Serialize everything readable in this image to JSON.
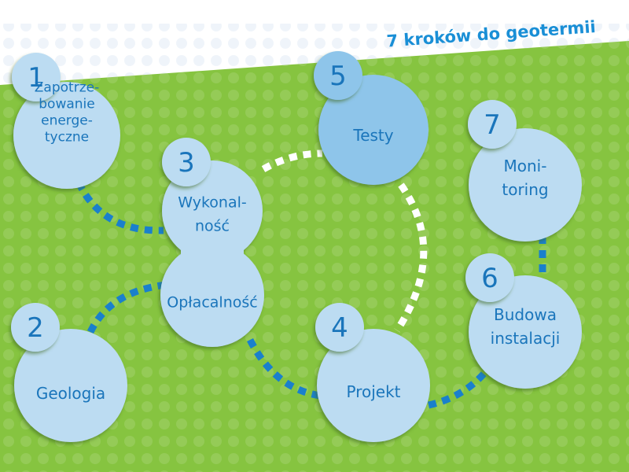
{
  "title": "7 kroków do geotermii",
  "colors": {
    "green": "#86c440",
    "circle": "#bcdcf2",
    "circle_active": "#8ec5ea",
    "text": "#1a75bb",
    "connector": "#1a80cc",
    "connector_alt": "#ffffff"
  },
  "steps": [
    {
      "number": "1",
      "lines": [
        "Zapotrze-",
        "bowanie",
        "energe-",
        "tyczne"
      ]
    },
    {
      "number": "2",
      "lines": [
        "Geologia"
      ]
    },
    {
      "number": "3",
      "lines": [
        "Wykonal-",
        "ność"
      ],
      "lines_lower": [
        "Opłacalność"
      ]
    },
    {
      "number": "4",
      "lines": [
        "Projekt"
      ]
    },
    {
      "number": "5",
      "lines": [
        "Testy"
      ]
    },
    {
      "number": "6",
      "lines": [
        "Budowa",
        "instalacji"
      ]
    },
    {
      "number": "7",
      "lines": [
        "Moni-",
        "toring"
      ]
    }
  ]
}
